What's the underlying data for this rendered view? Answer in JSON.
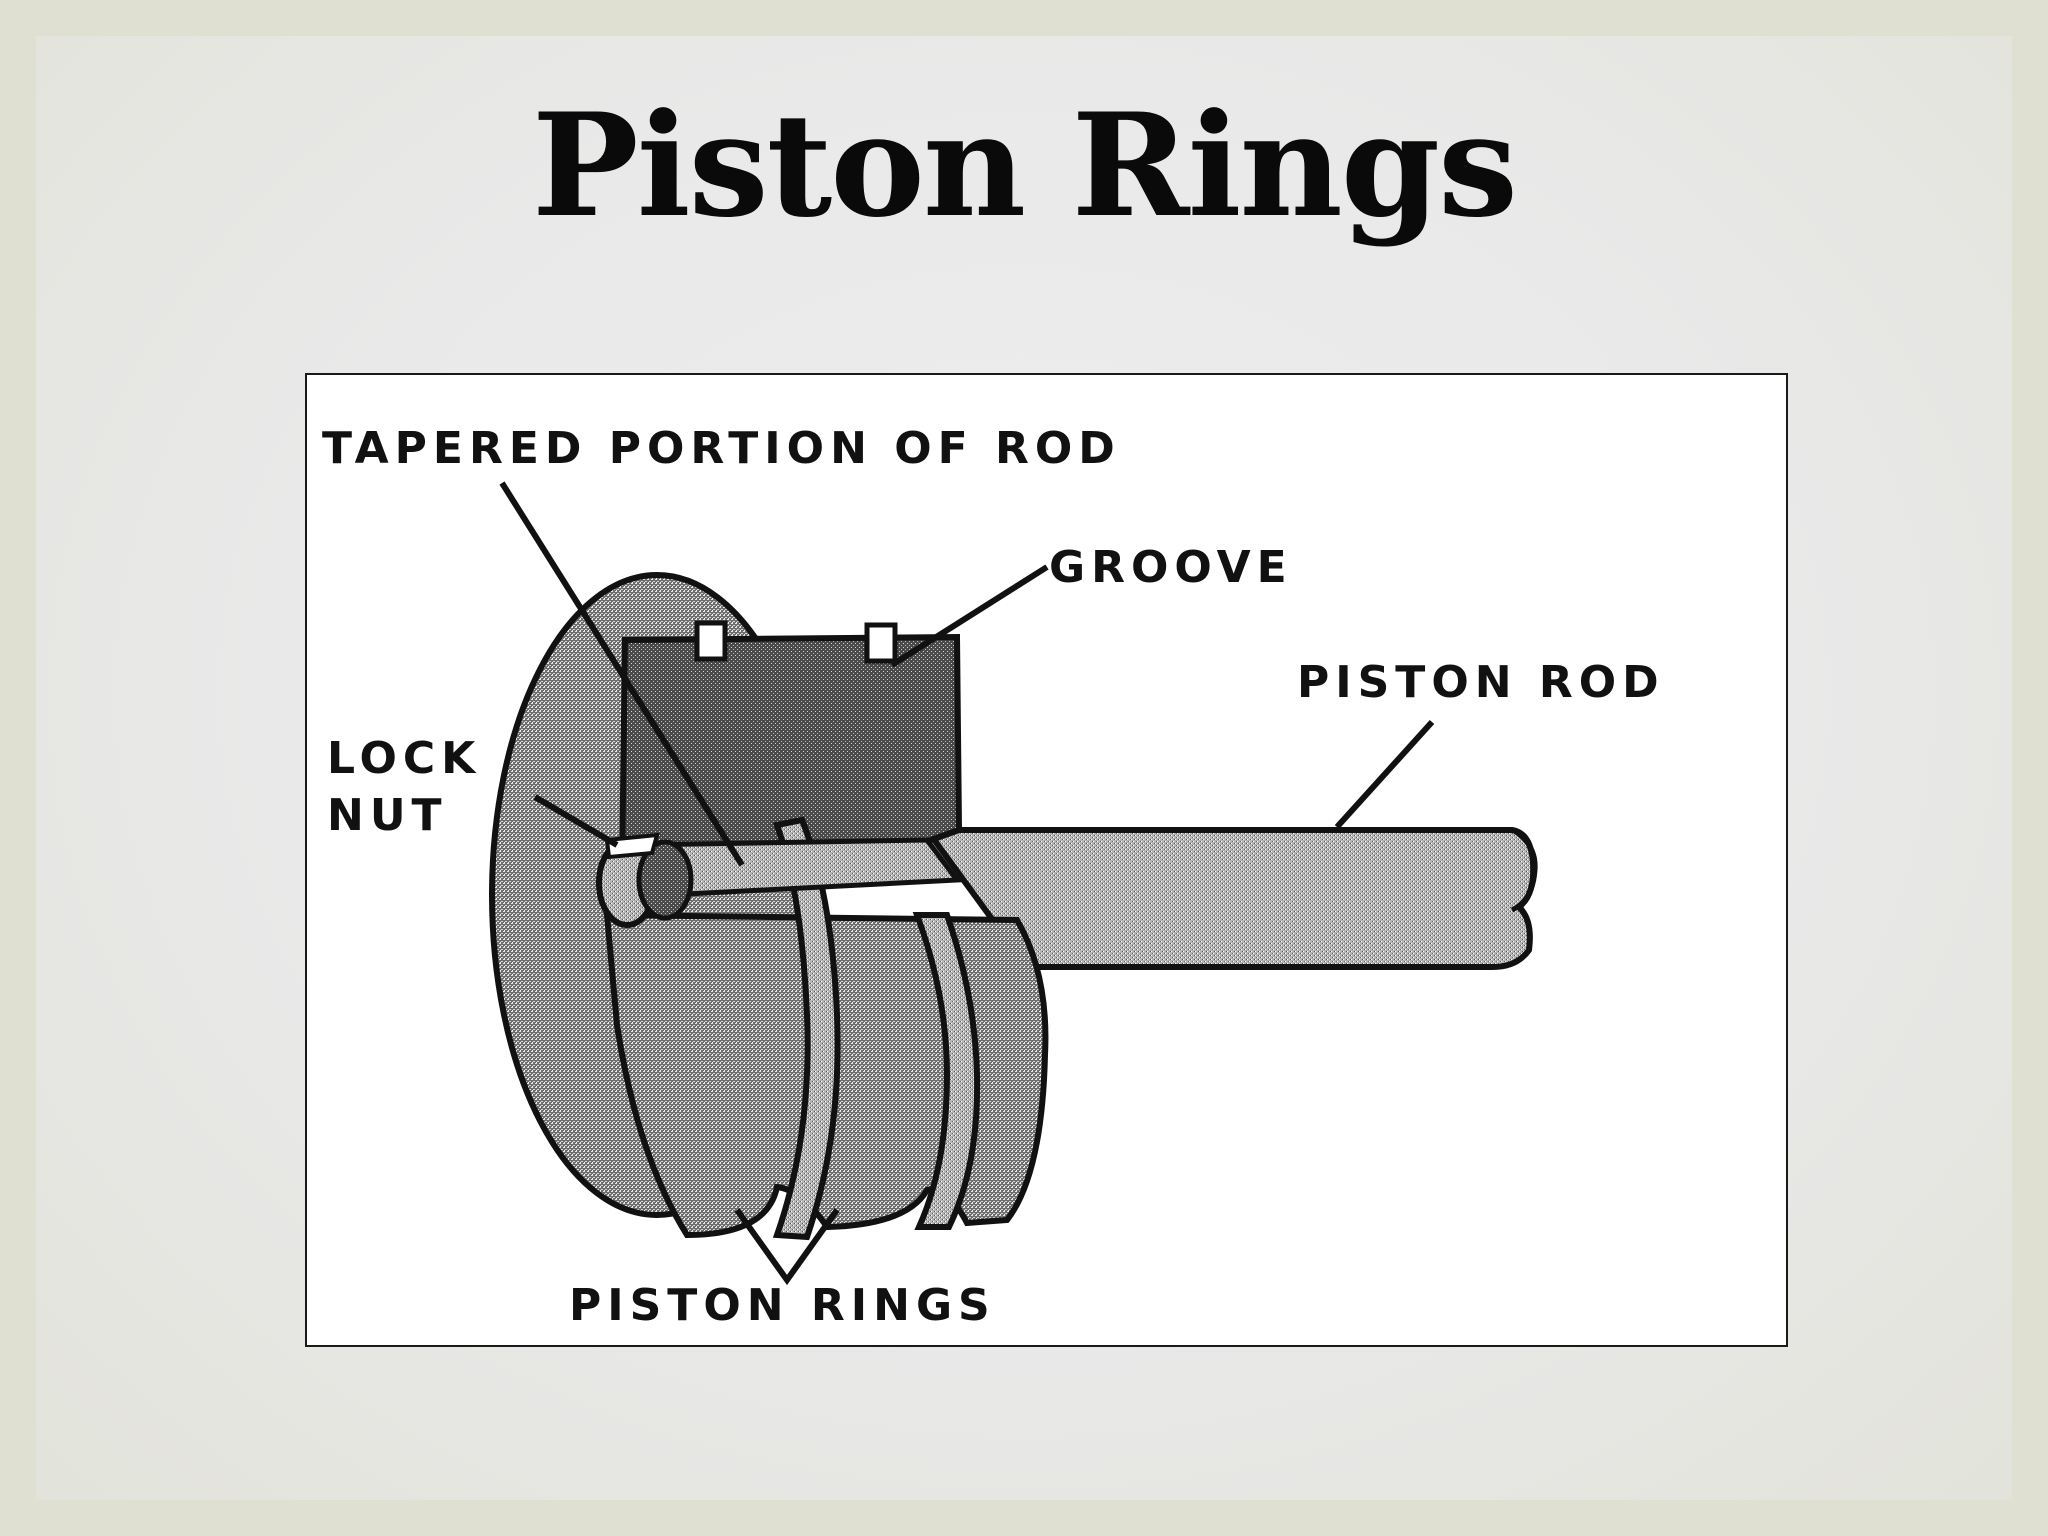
{
  "slide": {
    "title": "Piston Rings"
  },
  "diagram": {
    "labels": {
      "tapered_portion": "TAPERED PORTION OF ROD",
      "groove": "GROOVE",
      "piston_rod": "PISTON ROD",
      "lock_nut_line1": "LOCK",
      "lock_nut_line2": "NUT",
      "piston_rings": "PISTON RINGS"
    }
  }
}
